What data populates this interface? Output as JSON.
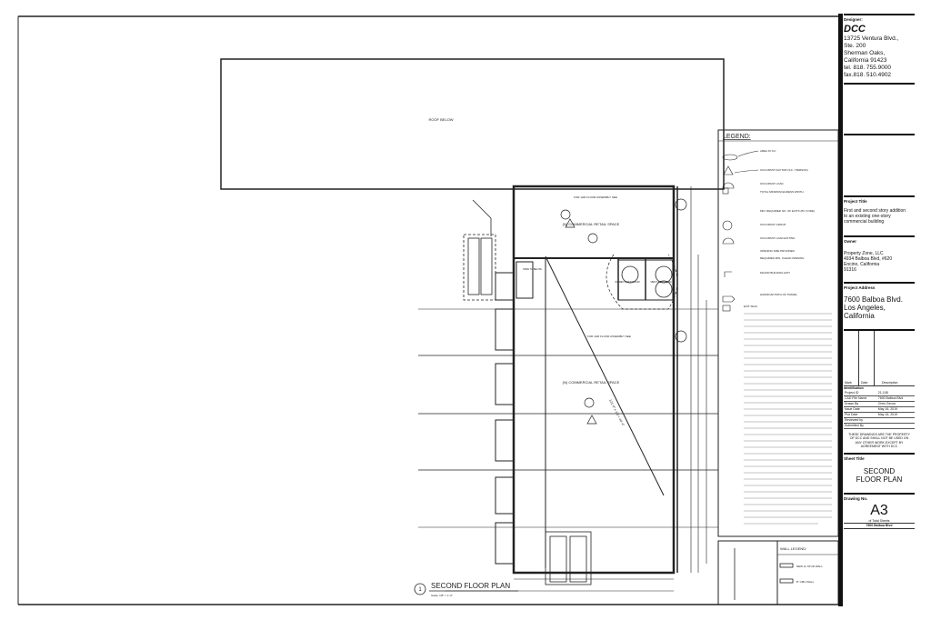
{
  "designer": {
    "label": "Designer:",
    "name": "DCC",
    "lines": [
      "13725 Ventura Blvd.,",
      "Ste. 200",
      "Sherman Oaks,",
      "California 91423",
      "tel. 818. 755.9000",
      "fax.818. 510.4902"
    ]
  },
  "project_title": {
    "label": "Project Title",
    "text": "First and second story addition to an existing one-story commercial building"
  },
  "owner": {
    "label": "Owner",
    "lines": [
      "Property Zone, LLC",
      "4934 Balboa Blvd, #620",
      "Encino, California",
      "91316"
    ]
  },
  "project_address": {
    "label": "Project Address",
    "lines": [
      "7600 Balboa Blvd.",
      "Los Angeles,",
      "California"
    ]
  },
  "revisions": {
    "headers": [
      "Mark",
      "Date",
      "Description"
    ]
  },
  "info": {
    "label": "Identification",
    "rows": [
      {
        "k": "Project ID",
        "v": "21-108"
      },
      {
        "k": "CAD File Name",
        "v": "7600 Balboa Blvd"
      },
      {
        "k": "Drawn By",
        "v": "Chris Geroa"
      },
      {
        "k": "Issue Date",
        "v": "May 16, 2019"
      },
      {
        "k": "Plot Date",
        "v": "May 16, 2019"
      },
      {
        "k": "Reviewed by",
        "v": ""
      },
      {
        "k": "Submitted By",
        "v": ""
      }
    ],
    "notice": "THESE DRAWINGS ARE THE PROPERTY OF DCC AND SHALL NOT BE USED ON ANY OTHER WORK EXCEPT BY AGREEMENT WITH DCC"
  },
  "sheet_title": {
    "label": "Sheet Title",
    "text": "SECOND FLOOR PLAN"
  },
  "drawing_no": {
    "label": "Drawing No.",
    "text": "A3",
    "sub": "of Total Sheets",
    "footer": "7600 Balboa Blvd"
  },
  "plan": {
    "roof_label": "ROOF BELOW",
    "title_number": "1",
    "title": "SECOND FLOOR PLAN",
    "scale": "Scale: 1/8\" = 1'-0\"",
    "rooms": [
      {
        "label": "(N) COMMERCIAL RETAIL SPACE"
      },
      {
        "label": "(N) COMMERCIAL RETAIL SPACE"
      }
    ],
    "rooms_sub": [
      "WOMEN'S RESTROOM",
      "MEN'S RESTROOM"
    ],
    "diagonal_dim": "121'-0\" x 1/3 = 40'-4\"",
    "notes": [
      "FOR 1HR FLOOR ASSEMBLY SEE",
      "FOR 1HR FLOOR ASSEMBLY SEE",
      "OPEN TO BELOW"
    ]
  },
  "legend": {
    "title": "LEGEND:",
    "items": [
      "AREA IN S.F.",
      "OCCUPANT FACTOR (S.F. / PERSON)",
      "OCCUPANT LOAD",
      "TOTAL MINIMUM EGRESS WIDTH",
      "MIN. REQUIRED NO. OF EXITS (BY CODE)",
      "OCCUPANT GROUP",
      "OCCUPANT LOAD EXITING",
      "OPENING SIZE PROVIDED",
      "REQUIRED MIN. CLEAR OPENING",
      "MAJOR BUILDING EXIT",
      "HANDICAP PATH OF TRAVEL",
      "EXIT SIGN"
    ]
  },
  "wall_legend": {
    "title": "WALL LEGEND:",
    "items": [
      "NEW 2x STUD WALL",
      "8\" CMU WALL"
    ]
  }
}
